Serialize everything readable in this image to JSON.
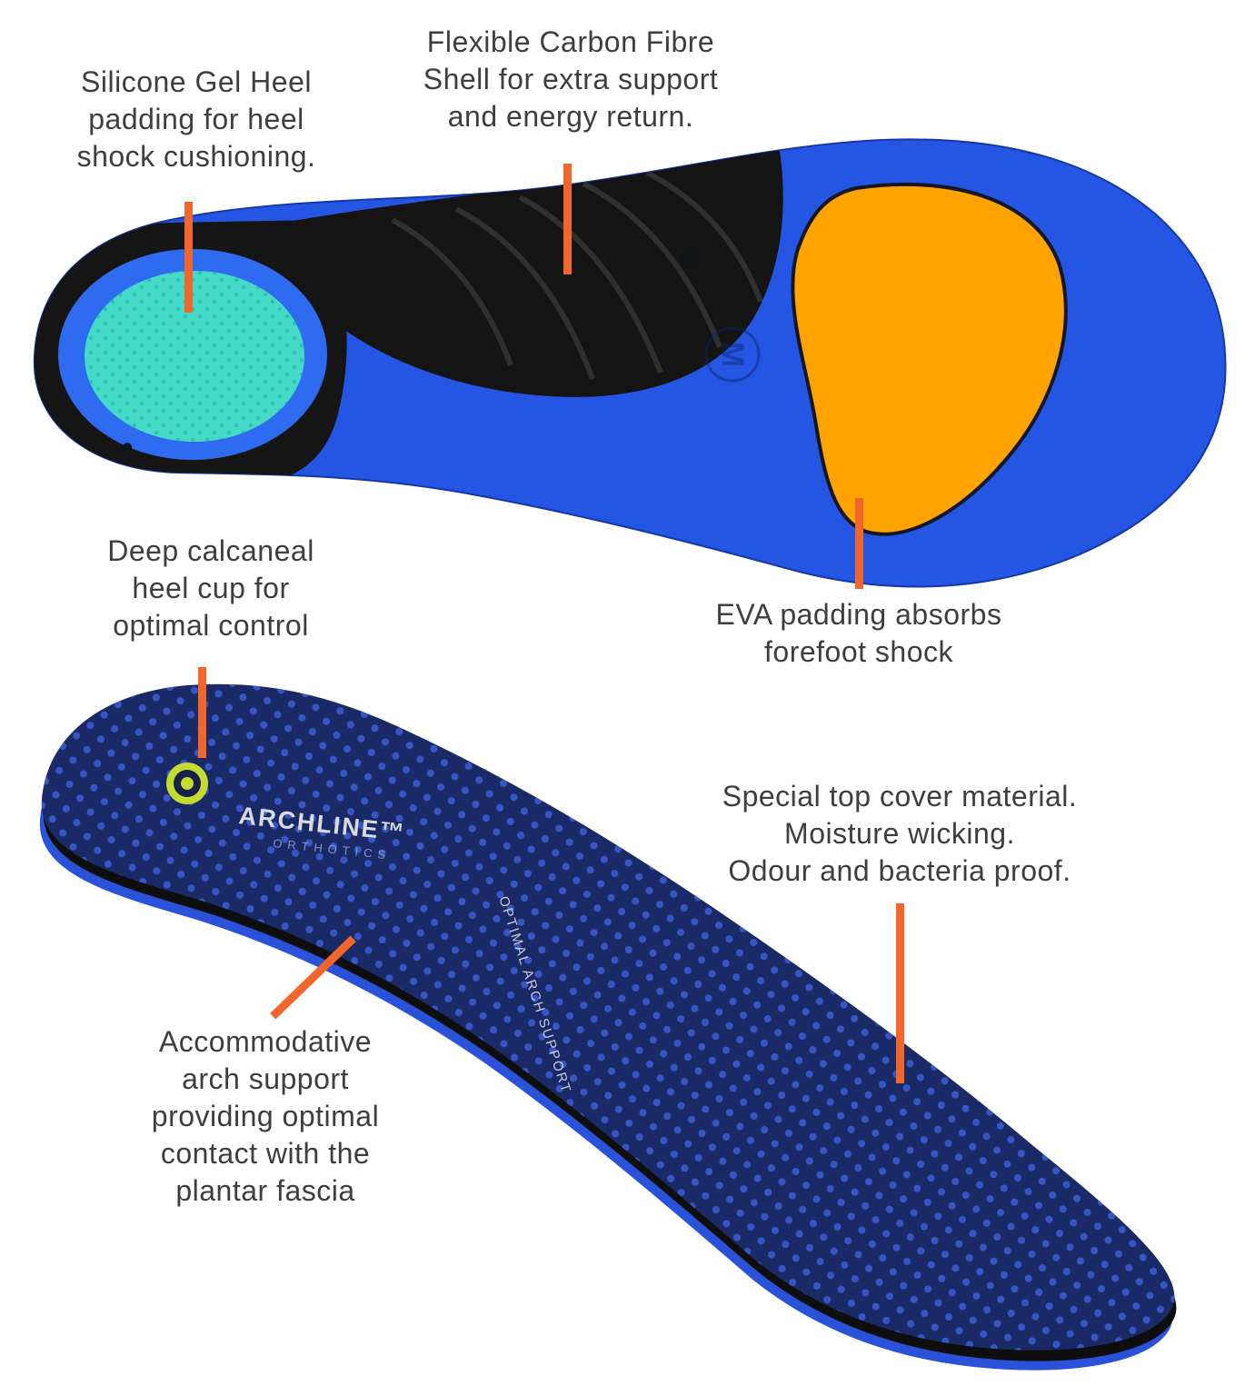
{
  "page": {
    "background": "#ffffff"
  },
  "colors": {
    "accent_orange": "#F1662A",
    "text": "#3E3E3E",
    "insole_blue": "#2456E3",
    "shell_black": "#161616",
    "gel_teal": "#45D9C8",
    "eva_orange": "#FFA300",
    "top_navy": "#1A2A66",
    "rim_blue": "#2A52D8"
  },
  "annotations": {
    "gel_heel": {
      "line1": "Silicone Gel Heel",
      "line2": "padding for heel",
      "line3": "shock cushioning."
    },
    "carbon_shell": {
      "line1": "Flexible Carbon Fibre",
      "line2": "Shell for extra support",
      "line3": "and energy return."
    },
    "eva_padding": {
      "line1": "EVA padding absorbs",
      "line2": "forefoot shock"
    },
    "heel_cup": {
      "line1": "Deep calcaneal",
      "line2": "heel cup for",
      "line3": "optimal control"
    },
    "top_cover": {
      "line1": "Special top cover material.",
      "line2": "Moisture wicking.",
      "line3": "Odour and bacteria proof."
    },
    "arch_support": {
      "line1": "Accommodative",
      "line2": "arch support",
      "line3": "providing optimal",
      "line4": "contact with the",
      "line5": "plantar fascia"
    }
  },
  "markings": {
    "size_letter": "M",
    "brand": "ARCHLINE™",
    "brand_sub": "ORTHOTICS",
    "arch_script": "OPTIMAL ARCH SUPPORT"
  }
}
